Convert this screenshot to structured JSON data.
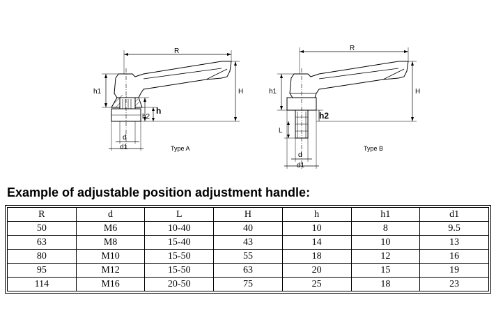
{
  "diagram": {
    "type_a_label": "Type A",
    "type_b_label": "Type B",
    "dim_labels": {
      "R": "R",
      "H": "H",
      "h": "h",
      "h1": "h1",
      "h2": "h2",
      "d": "d",
      "d1": "d1",
      "L": "L"
    }
  },
  "heading": "Example of adjustable position adjustment handle:",
  "table": {
    "columns": [
      "R",
      "d",
      "L",
      "H",
      "h",
      "h1",
      "d1"
    ],
    "rows": [
      [
        "50",
        "M6",
        "10-40",
        "40",
        "10",
        "8",
        "9.5"
      ],
      [
        "63",
        "M8",
        "15-40",
        "43",
        "14",
        "10",
        "13"
      ],
      [
        "80",
        "M10",
        "15-50",
        "55",
        "18",
        "12",
        "16"
      ],
      [
        "95",
        "M12",
        "15-50",
        "63",
        "20",
        "15",
        "19"
      ],
      [
        "114",
        "M16",
        "20-50",
        "75",
        "25",
        "18",
        "23"
      ]
    ]
  }
}
